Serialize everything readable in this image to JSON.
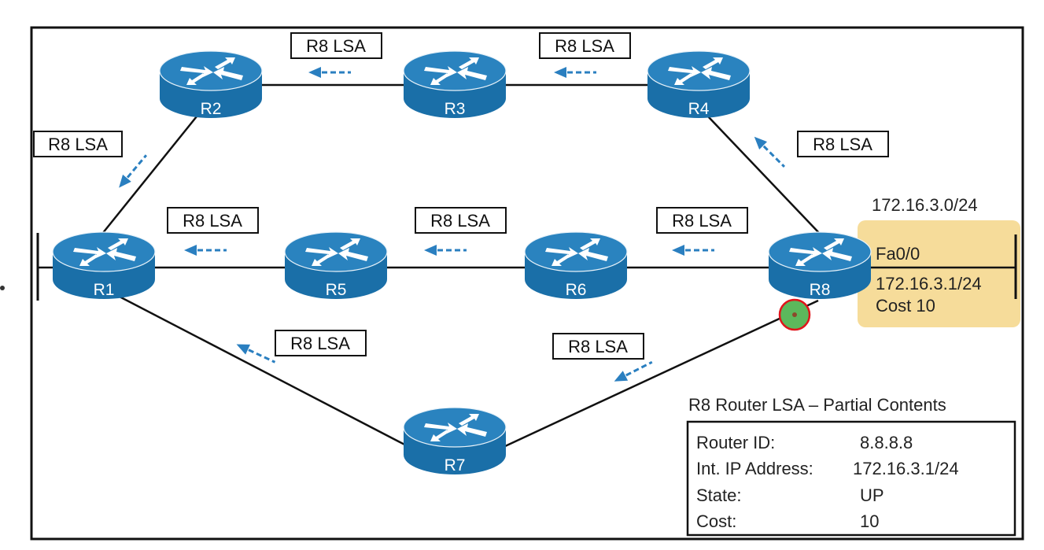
{
  "colors": {
    "router": "#1a6fa8",
    "router_top": "#2a83bf",
    "arrow": "#2a7fc0",
    "highlight_box": "#f6dc9a",
    "cursor_fill": "#5cb85c",
    "cursor_ring": "#e0141b"
  },
  "routers": [
    {
      "id": "R1",
      "label": "R1"
    },
    {
      "id": "R2",
      "label": "R2"
    },
    {
      "id": "R3",
      "label": "R3"
    },
    {
      "id": "R4",
      "label": "R4"
    },
    {
      "id": "R5",
      "label": "R5"
    },
    {
      "id": "R6",
      "label": "R6"
    },
    {
      "id": "R7",
      "label": "R7"
    },
    {
      "id": "R8",
      "label": "R8"
    }
  ],
  "lsa_label": "R8 LSA",
  "r8_interface": {
    "subnet": "172.16.3.0/24",
    "name": "Fa0/0",
    "ip": "172.16.3.1/24",
    "cost": "Cost 10"
  },
  "lsa_contents": {
    "title": "R8 Router LSA – Partial Contents",
    "rows": [
      {
        "key": "Router ID:",
        "value": "8.8.8.8"
      },
      {
        "key": "Int. IP Address:",
        "value": "172.16.3.1/24"
      },
      {
        "key": "State:",
        "value": "UP"
      },
      {
        "key": "Cost:",
        "value": "10"
      }
    ]
  }
}
